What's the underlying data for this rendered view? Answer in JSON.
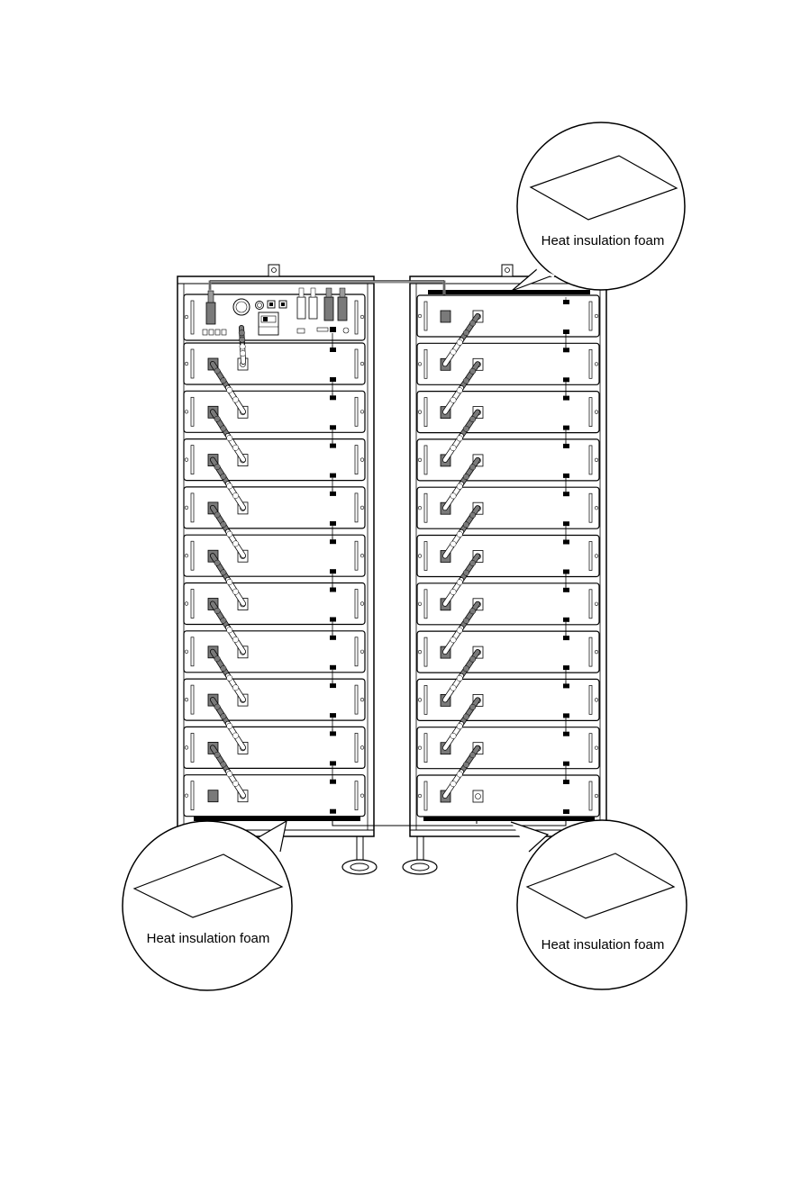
{
  "callouts": {
    "top_right": {
      "label": "Heat insulation foam"
    },
    "bottom_left": {
      "label": "Heat insulation foam"
    },
    "bottom_right": {
      "label": "Heat insulation foam"
    }
  },
  "racks": {
    "left": {
      "battery_modules": 10,
      "has_control_box": true
    },
    "right": {
      "battery_modules": 11,
      "has_control_box": false
    }
  },
  "colors": {
    "line": "#000000",
    "connector_dark": "#7a7a7a",
    "connector_light": "#ffffff",
    "foam": "#000000"
  }
}
